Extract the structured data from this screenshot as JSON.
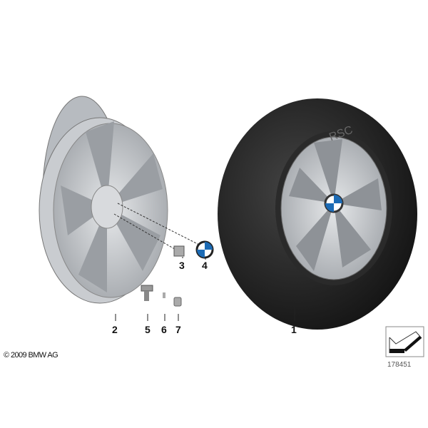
{
  "diagram": {
    "parts": [
      {
        "number": "1",
        "item": "complete-wheel-with-tire"
      },
      {
        "number": "2",
        "item": "light-alloy-rim"
      },
      {
        "number": "3",
        "item": "wheel-bolt"
      },
      {
        "number": "4",
        "item": "hub-cap-emblem"
      },
      {
        "number": "5",
        "item": "valve"
      },
      {
        "number": "6",
        "item": "valve-insert"
      },
      {
        "number": "7",
        "item": "valve-cap"
      }
    ],
    "tire_marking": "RSC",
    "copyright": "© 2009 BMW AG",
    "diagram_number": "178451"
  }
}
